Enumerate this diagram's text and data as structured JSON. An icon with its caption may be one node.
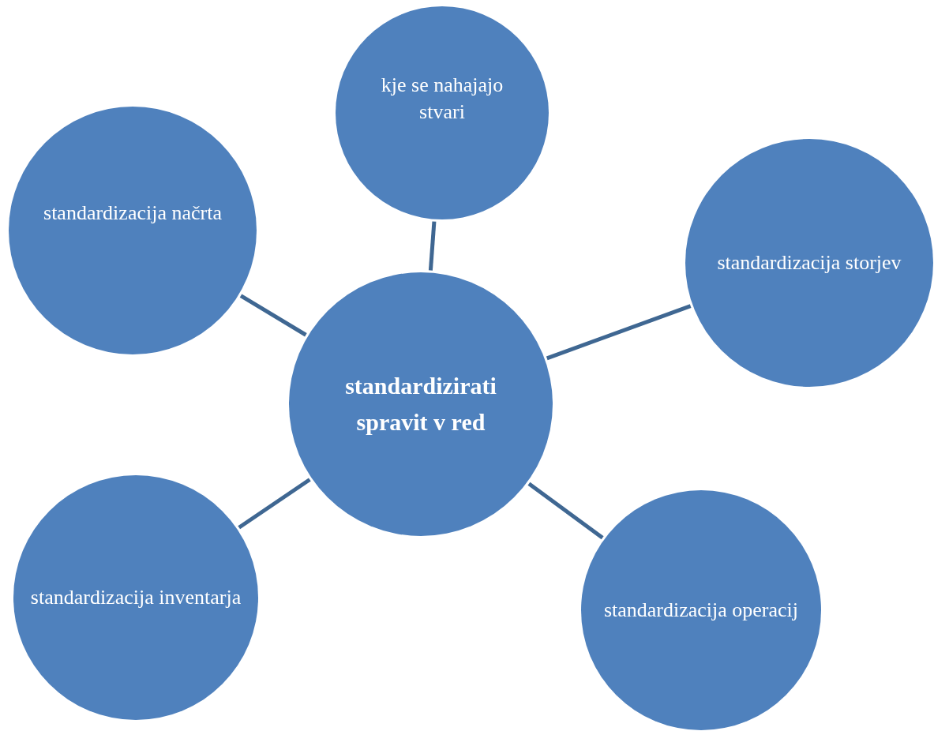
{
  "diagram": {
    "nodes": [
      {
        "text": [
          "standardizirati spravit v red"
        ]
      },
      {
        "text": [
          "kje se nahajajo stvari"
        ]
      },
      {
        "text": [
          "standardizacija načrta"
        ]
      },
      {
        "text": [
          "standardizacija storjev"
        ]
      },
      {
        "text": [
          "standardizacija inventarja"
        ]
      },
      {
        "text": [
          "standardizacija operacij"
        ]
      }
    ],
    "edges": [
      {
        "from": 0,
        "to": 1,
        "arrow": "none"
      },
      {
        "from": 0,
        "to": 2,
        "arrow": "none"
      },
      {
        "from": 0,
        "to": 3,
        "arrow": "none"
      },
      {
        "from": 0,
        "to": 4,
        "arrow": "none"
      },
      {
        "from": 0,
        "to": 5,
        "arrow": "none"
      }
    ]
  }
}
